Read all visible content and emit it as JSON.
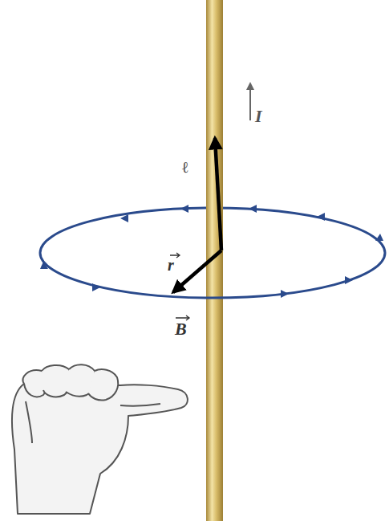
{
  "diagram": {
    "labels": [
      "I",
      "ℓ",
      "r",
      "B"
    ]
  }
}
